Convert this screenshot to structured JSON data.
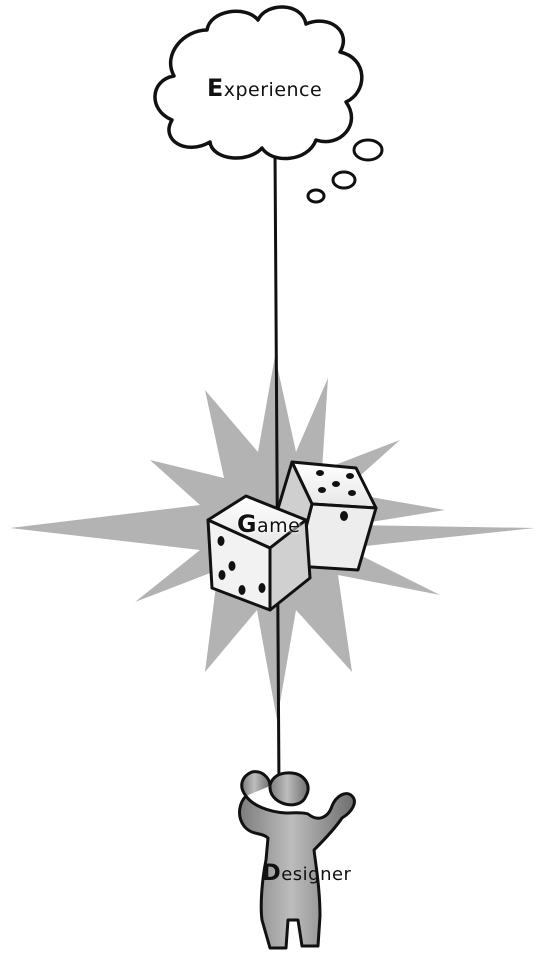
{
  "nodes": {
    "experience": {
      "initial": "E",
      "rest": "xperience"
    },
    "game": {
      "initial": "G",
      "rest": "ame"
    },
    "designer": {
      "initial": "D",
      "rest": "esigner"
    }
  },
  "colors": {
    "background": "#ffffff",
    "line": "#111111",
    "cloud_fill": "#ffffff",
    "starburst": "#b3b3b3",
    "dice_face": "#f2f2f2",
    "dice_shadow": "#cfcfcf",
    "pip": "#111111",
    "figure": "#9a9a9a"
  },
  "icons": [
    "thought-cloud-icon",
    "starburst-icon",
    "dice-icon",
    "person-figure-icon"
  ]
}
